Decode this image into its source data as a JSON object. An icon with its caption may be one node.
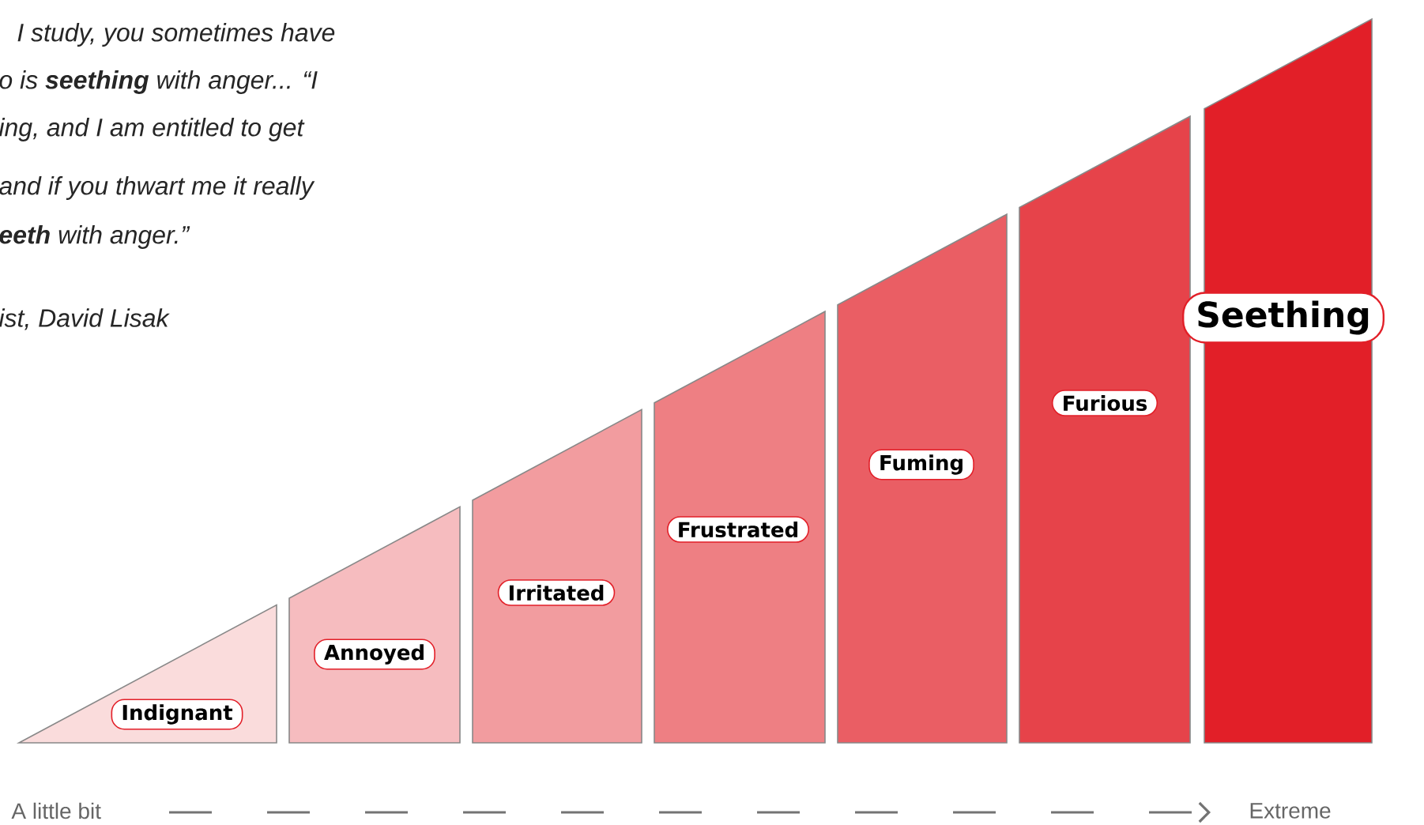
{
  "diagram": {
    "nodes": [
      {
        "text": [
          "Indignant"
        ]
      },
      {
        "text": [
          "Annoyed"
        ]
      },
      {
        "text": [
          "Irritated"
        ]
      },
      {
        "text": [
          "Frustrated"
        ]
      },
      {
        "text": [
          "Fuming"
        ]
      },
      {
        "text": [
          "Furious"
        ]
      },
      {
        "text": [
          "Seething"
        ]
      }
    ],
    "labels": [
      " I study, you sometimes have",
      "o is **seething** with anger... “I",
      "ing, and I am entitled to get",
      "and if you thwart me it really",
      "**eeth** with anger.”",
      "ist, David Lisak",
      "A little bit",
      "Extreme"
    ]
  }
}
